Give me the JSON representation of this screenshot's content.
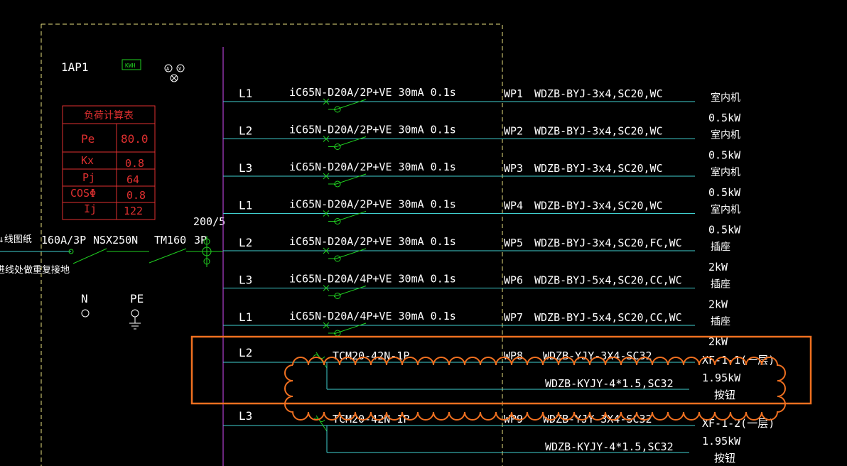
{
  "colors": {
    "background": "#000000",
    "text": "#ffffff",
    "bus": "#b040d0",
    "feeder": "#40d0d0",
    "breaker": "#20d020",
    "table": "#e03030",
    "cloud": "#f07020",
    "frame": "#e8e080"
  },
  "panel": {
    "name": "1AP1",
    "meter_label": "KWH",
    "meter_icons": [
      "A",
      "V"
    ]
  },
  "load_table": {
    "title": "负荷计算表",
    "rows": [
      {
        "key": "Pe",
        "value": "80.0"
      },
      {
        "key": "Kx",
        "value": "0.8"
      },
      {
        "key": "Pj",
        "value": "64"
      },
      {
        "key": "COSΦ",
        "value": "0.8"
      },
      {
        "key": "Ij",
        "value": "122"
      }
    ]
  },
  "incoming": {
    "note_line1": "↓线图纸",
    "note_line2": "进线处做重复接地",
    "rating": "160A/3P",
    "breaker": "NSX250N",
    "trip": "TM160",
    "poles": "3P",
    "ct_ratio": "200/5",
    "neutral_label": "N",
    "pe_label": "PE"
  },
  "circuits": [
    {
      "phase": "L1",
      "breaker": "iC65N-D20A/2P+VE 30mA 0.1s",
      "id": "WP1",
      "cable": "WDZB-BYJ-3x4,SC20,WC",
      "load_name": "室内机",
      "load_power": "0.5kW"
    },
    {
      "phase": "L2",
      "breaker": "iC65N-D20A/2P+VE 30mA 0.1s",
      "id": "WP2",
      "cable": "WDZB-BYJ-3x4,SC20,WC",
      "load_name": "室内机",
      "load_power": "0.5kW"
    },
    {
      "phase": "L3",
      "breaker": "iC65N-D20A/2P+VE 30mA 0.1s",
      "id": "WP3",
      "cable": "WDZB-BYJ-3x4,SC20,WC",
      "load_name": "室内机",
      "load_power": "0.5kW"
    },
    {
      "phase": "L1",
      "breaker": "iC65N-D20A/2P+VE 30mA 0.1s",
      "id": "WP4",
      "cable": "WDZB-BYJ-3x4,SC20,WC",
      "load_name": "室内机",
      "load_power": "0.5kW"
    },
    {
      "phase": "L2",
      "breaker": "iC65N-D20A/2P+VE 30mA 0.1s",
      "id": "WP5",
      "cable": "WDZB-BYJ-3x4,SC20,FC,WC",
      "load_name": "插座",
      "load_power": "2kW"
    },
    {
      "phase": "L3",
      "breaker": "iC65N-D20A/4P+VE 30mA 0.1s",
      "id": "WP6",
      "cable": "WDZB-BYJ-5x4,SC20,CC,WC",
      "load_name": "插座",
      "load_power": "2kW"
    },
    {
      "phase": "L1",
      "breaker": "iC65N-D20A/4P+VE 30mA 0.1s",
      "id": "WP7",
      "cable": "WDZB-BYJ-5x4,SC20,CC,WC",
      "load_name": "插座",
      "load_power": "2kW"
    }
  ],
  "fire_circuits": [
    {
      "phase": "L2",
      "breaker": "TCM20-42N-1P",
      "id": "WP8",
      "cable": "WDZB-YJY-3X4-SC32",
      "control_cable": "WDZB-KYJY-4*1.5,SC32",
      "load_name": "XF-1-1(一层)",
      "load_power": "1.95kW",
      "control": "按钮"
    },
    {
      "phase": "L3",
      "breaker": "TCM20-42N-1P",
      "id": "WP9",
      "cable": "WDZB-YJY-3X4-SC32",
      "control_cable": "WDZB-KYJY-4*1.5,SC32",
      "load_name": "XF-1-2(一层)",
      "load_power": "1.95kW",
      "control": "按钮"
    }
  ]
}
